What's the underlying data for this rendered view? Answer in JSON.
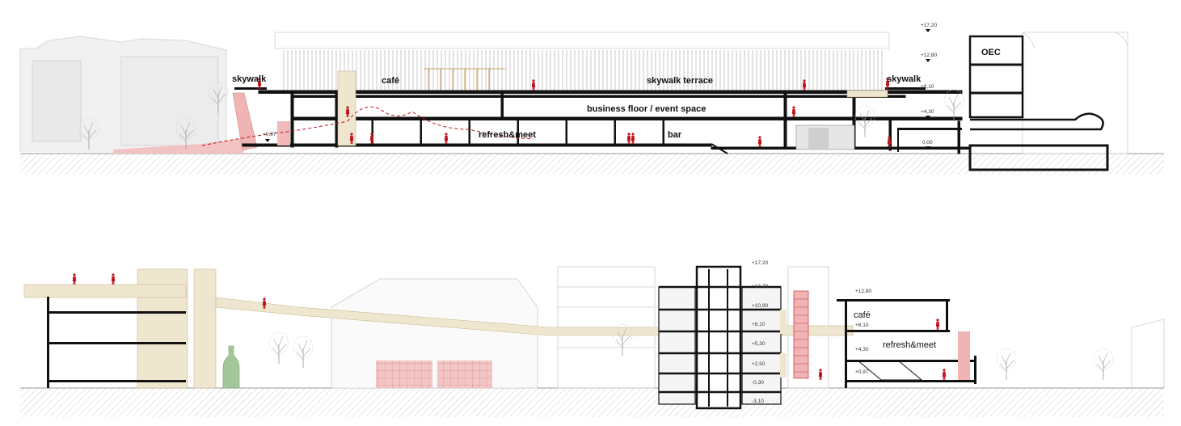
{
  "section_top": {
    "labels": {
      "skywalk_left": "skywalk",
      "cafe": "café",
      "skywalk_terrace": "skywalk terrace",
      "skywalk_right": "skywalk",
      "oec": "OEC",
      "business_floor": "business floor / event space",
      "refresh_meet": "refresh&meet",
      "bar": "bar"
    },
    "levels": [
      "+17,20",
      "+12,80",
      "+8,10",
      "+4,30",
      "0,00",
      "+0,97"
    ]
  },
  "section_bottom": {
    "labels": {
      "cafe": "café",
      "refresh_meet": "refresh&meet"
    },
    "levels_tower": [
      "+17,20",
      "+13,70",
      "+10,90",
      "+8,10",
      "+5,30",
      "+2,50",
      "-0,30",
      "-3,10"
    ],
    "levels_right": [
      "+12,80",
      "+8,10",
      "+4,30",
      "+0,97"
    ]
  },
  "colors": {
    "accent_red": "#c0141c",
    "cream": "#efe6d0",
    "pink": "#f2c3c3",
    "ground_hatch": "#bdbdbd",
    "context_line": "#c8c8c8",
    "structure": "#111111"
  },
  "icons": [
    "person-figure-icon",
    "tree-icon",
    "bottle-sculpture-icon"
  ]
}
